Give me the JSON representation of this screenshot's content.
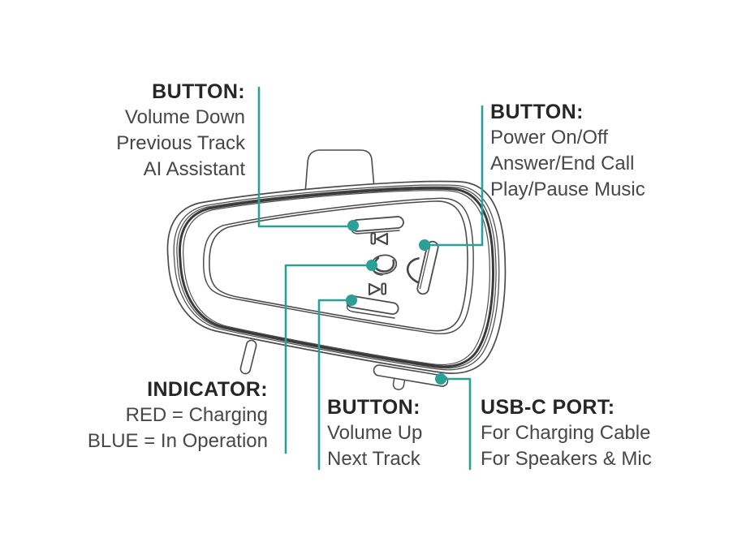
{
  "page": {
    "background": "#ffffff"
  },
  "palette": {
    "accent_teal": "#2aa096",
    "line_gray": "#4c4c4c",
    "groove_dark": "#3a3a3a",
    "heading_text": "#262626",
    "body_text": "#474747"
  },
  "labels": {
    "volume_down": {
      "heading": "BUTTON:",
      "lines": [
        "Volume Down",
        "Previous Track",
        "AI Assistant"
      ]
    },
    "power": {
      "heading": "BUTTON:",
      "lines": [
        "Power On/Off",
        "Answer/End Call",
        "Play/Pause Music"
      ]
    },
    "indicator": {
      "heading": "INDICATOR:",
      "lines": [
        "RED = Charging",
        "BLUE = In Operation"
      ]
    },
    "volume_up": {
      "heading": "BUTTON:",
      "lines": [
        "Volume Up",
        "Next Track"
      ]
    },
    "usb_port": {
      "heading": "USB-C PORT:",
      "lines": [
        "For Charging Cable",
        "For Speakers & Mic"
      ]
    }
  },
  "device": {
    "icons": [
      {
        "name": "previous-track-icon",
        "glyph": "|◁"
      },
      {
        "name": "logo-indicator-icon",
        "glyph": "∿"
      },
      {
        "name": "next-track-icon",
        "glyph": "▷|"
      },
      {
        "name": "phone-handset-icon",
        "glyph": "("
      }
    ],
    "parts": [
      "volume-down-bar-button",
      "logo-indicator-light",
      "volume-up-bar-button",
      "multifunction-side-button",
      "visor-clip",
      "mount-leg",
      "usb-c-port-bar"
    ]
  }
}
